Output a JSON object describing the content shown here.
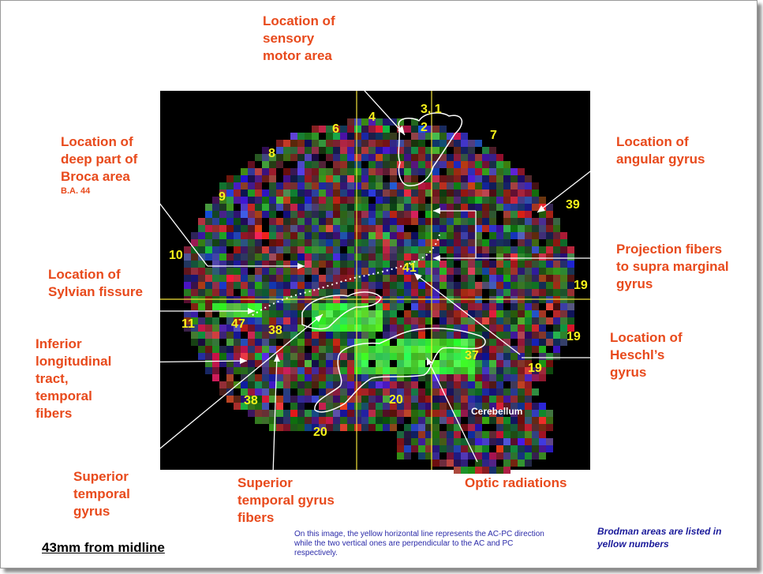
{
  "labels": {
    "sensory_motor": "Location of\nsensory\nmotor area",
    "broca": "Location of\ndeep part of\nBroca area",
    "broca_sub": "B.A. 44",
    "angular": "Location of\nangular gyrus",
    "projection": "Projection fibers\nto supra marginal\ngyrus",
    "sylvian": "Location of\nSylvian fissure",
    "inferior_long": "Inferior\nlongitudinal\ntract,\ntemporal\nfibers",
    "heschl": "Location of\nHeschl’s\ngyrus",
    "sup_temporal_gyrus": "Superior\ntemporal\ngyrus",
    "sup_temporal_fibers": "Superior\ntemporal gyrus\nfibers",
    "optic": "Optic radiations",
    "cerebellum": "Cerebellum"
  },
  "brodmann": {
    "n3_1": "3, 1",
    "n2": "2",
    "n4": "4",
    "n6": "6",
    "n7": "7",
    "n8": "8",
    "n9": "9",
    "n39": "39",
    "n10": "10",
    "n41": "41",
    "n19a": "19",
    "n11": "11",
    "n47": "47",
    "n38a": "38",
    "n19b": "19",
    "n37": "37",
    "n19c": "19",
    "n38b": "38",
    "n20a": "20",
    "n20b": "20"
  },
  "caption": "43mm from midline",
  "note": "On this image, the yellow horizontal line represents the AC-PC direction while the two vertical ones are perpendicular to the AC and PC respectively.",
  "legend_note": "Brodman areas are listed in yellow numbers",
  "colors": {
    "label_red": "#e84a1c",
    "brodmann_yellow": "#f7f31a",
    "note_blue": "#2a2aa8",
    "scan_bg": "#000000",
    "guide_line": "#f2e23a"
  }
}
